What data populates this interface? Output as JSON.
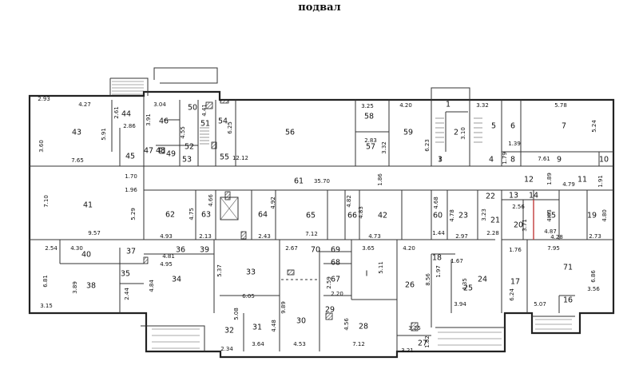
{
  "title": "подвал",
  "colors": {
    "wall": "#222222",
    "background": "#ffffff",
    "accent_red": "#c23a3a"
  },
  "rooms": [
    "44",
    "43",
    "45",
    "46",
    "47",
    "48",
    "49",
    "50",
    "51",
    "52",
    "53",
    "54",
    "55",
    "56",
    "58",
    "57",
    "59",
    "1",
    "2",
    "3",
    "4",
    "5",
    "6",
    "7",
    "8",
    "9",
    "10",
    "11",
    "12",
    "13",
    "14",
    "15",
    "19",
    "20",
    "21",
    "22",
    "23",
    "60",
    "61",
    "62",
    "63",
    "64",
    "65",
    "66",
    "42",
    "41",
    "40",
    "38",
    "37",
    "36",
    "39",
    "35",
    "34",
    "33",
    "32",
    "31",
    "30",
    "29",
    "28",
    "27",
    "26",
    "25",
    "24",
    "18",
    "17",
    "16",
    "71",
    "70",
    "69",
    "68",
    "67",
    "I",
    "I"
  ],
  "dims": [
    "2.93",
    "4.27",
    "2.61",
    "2.86",
    "5.91",
    "3.60",
    "7.65",
    "1.70",
    "1.96",
    "3.04",
    "3.91",
    "4.55",
    "4.41",
    "6.25",
    "3.25",
    "2.83",
    "3.32",
    "4.20",
    "6.23",
    "3.32",
    "3.10",
    "5.78",
    "5.24",
    "1.39",
    "7.61",
    "1.79",
    "12.12",
    "35.70",
    "1.86",
    "7.10",
    "5.29",
    "4.75",
    "4.66",
    "4.92",
    "4.82",
    "4.83",
    "4.68",
    "4.78",
    "3.23",
    "1.89",
    "4.79",
    "1.91",
    "2.56",
    "3.71",
    "4.83",
    "4.80",
    "9.57",
    "4.93",
    "2.13",
    "2.43",
    "7.12",
    "4.73",
    "1.44",
    "2.97",
    "2.28",
    "4.87",
    "4.28",
    "2.73",
    "2.54",
    "4.30",
    "4.81",
    "4.95",
    "5.37",
    "2.67",
    "3.65",
    "4.20",
    "1.76",
    "7.95",
    "6.81",
    "3.89",
    "2.44",
    "4.84",
    "5.11",
    "8.56",
    "4.35",
    "1.97",
    "1.67",
    "6.86",
    "6.24",
    "3.56",
    "3.15",
    "6.05",
    "5.08",
    "9.89",
    "2.59",
    "2.20",
    "4.48",
    "4.56",
    "3.94",
    "5.07",
    "2.34",
    "3.64",
    "4.53",
    "7.12",
    "3.25",
    "1.82",
    "3.21"
  ]
}
